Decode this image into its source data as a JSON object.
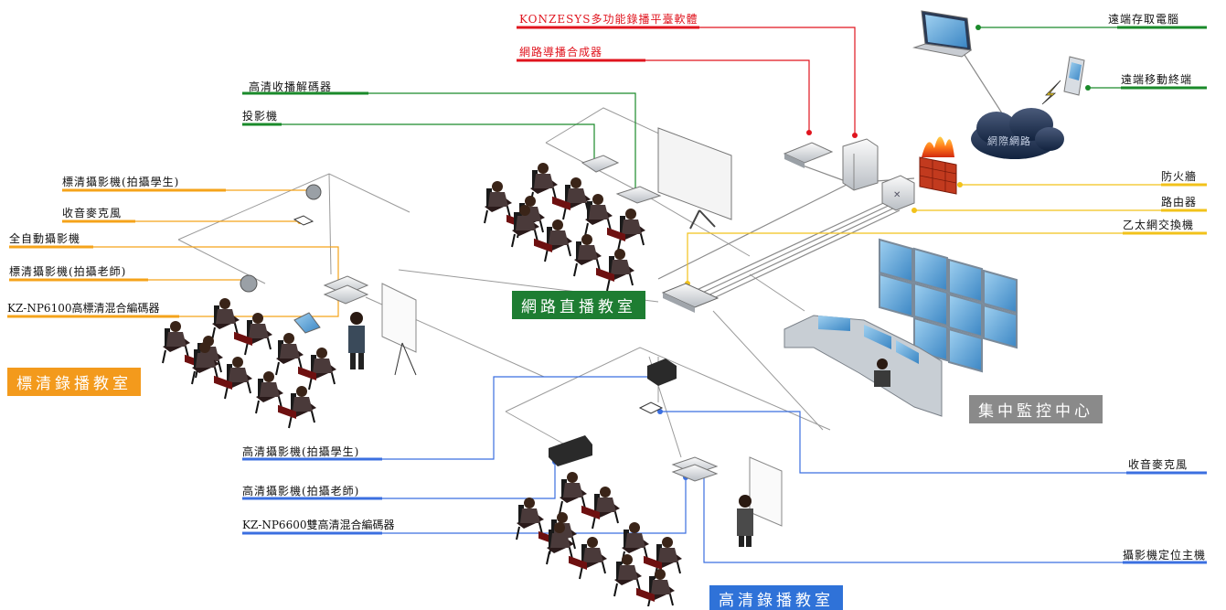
{
  "colors": {
    "red": "#e0141e",
    "green": "#1a8a2a",
    "orange": "#f5a31a",
    "yellow": "#f2c21a",
    "blue": "#3b6fe0",
    "gray_line": "#9a9a9a",
    "room_orange": "#f39a1c",
    "room_green": "#1e7d32",
    "room_gray": "#8a8a8a",
    "room_blue": "#2f72d8"
  },
  "labels": {
    "konzesys_software": "KONZESYS多功能錄播平臺軟體",
    "network_director_synth": "網路導播合成器",
    "remote_pc": "遠端存取電腦",
    "remote_mobile": "遠端移動終端",
    "hd_decoder": "高清收播解碼器",
    "projector": "投影機",
    "sd_camera_students": "標清攝影機(拍攝學生)",
    "mic_left": "收音麥克風",
    "auto_camera": "全自動攝影機",
    "sd_camera_teacher": "標清攝影機(拍攝老師)",
    "np6100_encoder": "KZ-NP6100高標清混合編碼器",
    "firewall": "防火牆",
    "router": "路由器",
    "ethernet_switch": "乙太網交換機",
    "internet_cloud": "網際網路",
    "hd_camera_students": "高清攝影機(拍攝學生)",
    "hd_camera_teacher": "高清攝影機(拍攝老師)",
    "np6600_encoder": "KZ-NP6600雙高清混合編碼器",
    "mic_right": "收音麥克風",
    "camera_positioning_host": "攝影機定位主機"
  },
  "rooms": {
    "sd_recording": "標清錄播教室",
    "network_live": "網路直播教室",
    "central_monitoring": "集中監控中心",
    "hd_recording": "高清錄播教室"
  }
}
